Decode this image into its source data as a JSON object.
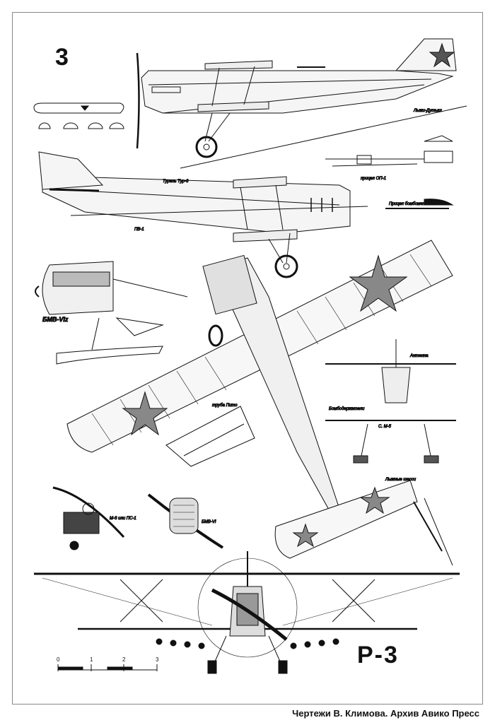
{
  "sheet": {
    "number": "3",
    "model": "Р-3",
    "credit": "Чертежи В. Климова. Архив Авико Пресс"
  },
  "labels": {
    "skis_tail": "Лыжи-Дутыш",
    "tube": "труба Пито",
    "gun_sight": "прицел ОП-1",
    "turret": "Турель Тур-6",
    "mg": "ПВ-1",
    "bmw": "БМВ-VI",
    "bmw_z": "БМВ-VIz",
    "antenna": "Антенна",
    "bombholders": "Бомбодержатели",
    "ski_shock": "Лыжные шасси",
    "sc": "С. М-5",
    "m6": "М-6 или ПС-1",
    "bomb_sight": "Прицел бомбометания"
  },
  "scale": {
    "ticks": [
      "0",
      "1",
      "2",
      "3"
    ]
  }
}
